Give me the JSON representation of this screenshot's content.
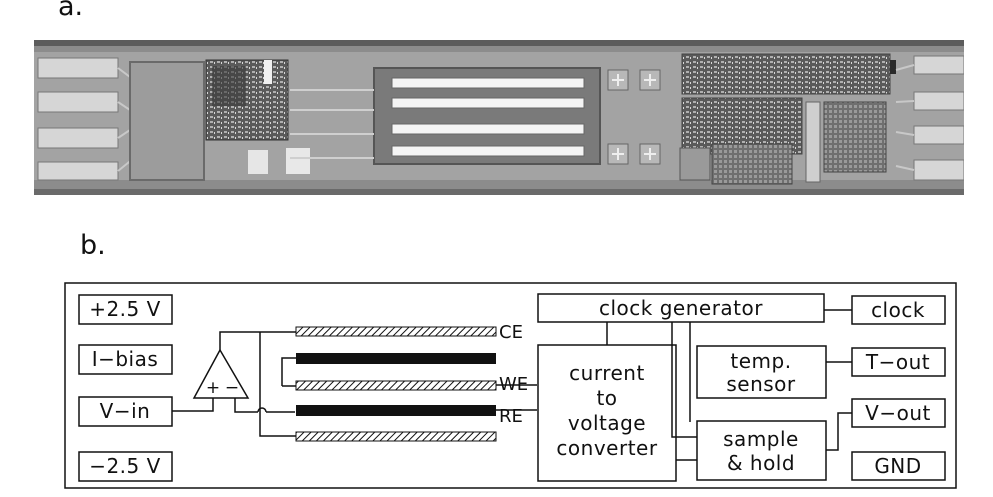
{
  "figure": {
    "panel_a_label": "a.",
    "panel_b_label": "b."
  },
  "schematic": {
    "supply_plus": "+2.5 V",
    "bias": "I−bias",
    "input": "V−in",
    "supply_minus": "−2.5 V",
    "opamp_plus": "+",
    "opamp_minus": "−",
    "electrodes": {
      "counter": "CE",
      "working": "WE",
      "reference": "RE"
    },
    "clock_generator": "clock generator",
    "converter_lines": [
      "current",
      "to",
      "voltage",
      "converter"
    ],
    "temp_sensor_lines": [
      "temp.",
      "sensor"
    ],
    "sample_hold_lines": [
      "sample",
      "& hold"
    ],
    "outputs": {
      "clock": "clock",
      "temp_out": "T−out",
      "v_out": "V−out",
      "ground": "GND"
    }
  },
  "colors": {
    "chip_background": "#8a8a8a",
    "chip_body": "#a6a6a6",
    "electrode_bright": "#f4f4f4",
    "line": "#111111"
  }
}
